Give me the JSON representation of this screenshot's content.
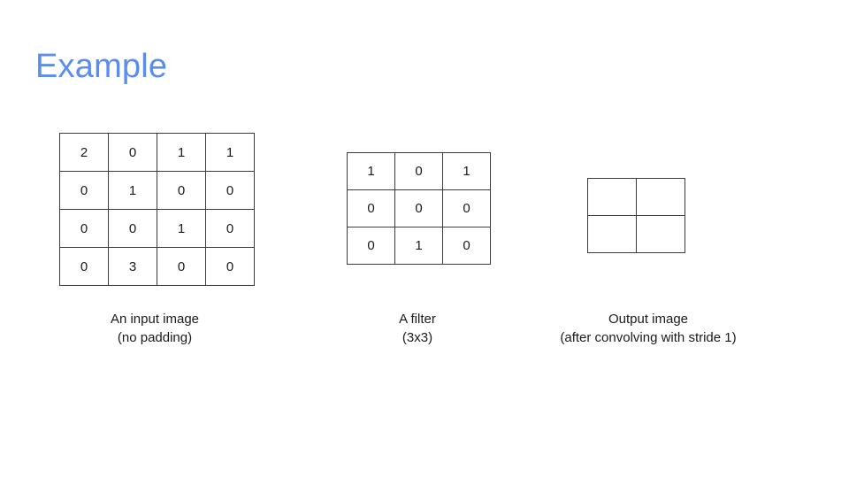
{
  "slide": {
    "title": "Example",
    "background_color": "#ffffff",
    "title_color": "#5b8def",
    "text_color": "#1a1a1a",
    "grid_border_color": "#3c3c3c"
  },
  "figures": {
    "input": {
      "caption_line1": "An input image",
      "caption_line2": "(no padding)",
      "rows": 4,
      "cols": 4,
      "cells": [
        [
          "2",
          "0",
          "1",
          "1"
        ],
        [
          "0",
          "1",
          "0",
          "0"
        ],
        [
          "0",
          "0",
          "1",
          "0"
        ],
        [
          "0",
          "3",
          "0",
          "0"
        ]
      ]
    },
    "filter": {
      "caption_line1": "A filter",
      "caption_line2": "(3x3)",
      "rows": 3,
      "cols": 3,
      "cells": [
        [
          "1",
          "0",
          "1"
        ],
        [
          "0",
          "0",
          "0"
        ],
        [
          "0",
          "1",
          "0"
        ]
      ]
    },
    "output": {
      "caption_line1": "Output image",
      "caption_line2": "(after convolving with stride 1)",
      "rows": 2,
      "cols": 2,
      "cells": [
        [
          "",
          ""
        ],
        [
          "",
          ""
        ]
      ]
    }
  }
}
